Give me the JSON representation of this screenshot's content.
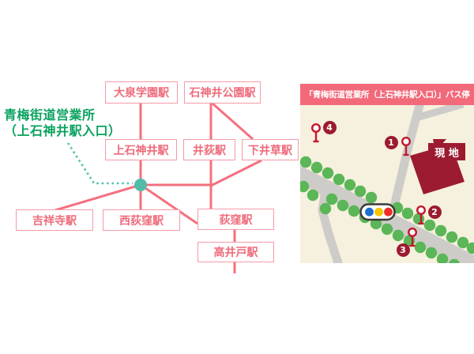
{
  "office_label": {
    "line1": "青梅街道営業所",
    "line2": "（上石神井駅入口）"
  },
  "route_diagram": {
    "stations": [
      {
        "label": "大泉学園駅"
      },
      {
        "label": "石神井公園駅"
      },
      {
        "label": "上石神井駅"
      },
      {
        "label": "井荻駅"
      },
      {
        "label": "下井草駅"
      },
      {
        "label": "吉祥寺駅"
      },
      {
        "label": "西荻窪駅"
      },
      {
        "label": "荻窪駅"
      },
      {
        "label": "高井戸駅"
      }
    ]
  },
  "map": {
    "header": "「青梅街道営業所（上石神井駅入口）」バス停",
    "site_label": "現 地",
    "bus_stops": [
      {
        "number": "4"
      },
      {
        "number": "1"
      },
      {
        "number": "2"
      },
      {
        "number": "3"
      }
    ],
    "icons": {
      "traffic_light": "traffic-light-icon",
      "bus_stop_pole": "bus-stop-pole-icon",
      "tree": "tree-icon",
      "building": "site-building"
    }
  },
  "colors": {
    "line_pink": "#f4707e",
    "box_border": "#f59aa6",
    "station_text": "#ee6c7b",
    "title_green": "#0aa25f",
    "junction_teal": "#50bca8",
    "map_header_bg": "#f2697a",
    "map_bg": "#f6f0de",
    "road_gray": "#cdccc8",
    "tree_green": "#5bb657",
    "dark_red": "#9c1b30",
    "signal_blue": "#1e6fd0",
    "signal_yellow": "#f7c600",
    "signal_red": "#ef2d24"
  }
}
